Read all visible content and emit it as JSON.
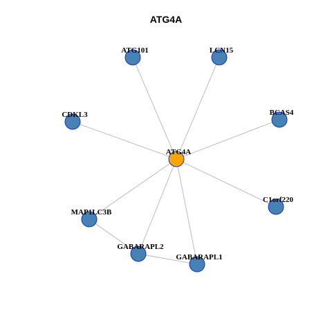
{
  "title": "ATG4A",
  "colors": {
    "hub_fill": "#FFA500",
    "node_fill": "#4682B4",
    "node_stroke": "#1c2fc0",
    "edge": "#b3b3b3"
  },
  "nodes": [
    {
      "id": "ATG4A",
      "label": "ATG4A",
      "role": "hub"
    },
    {
      "id": "ATG101",
      "label": "ATG101",
      "role": "neighbor"
    },
    {
      "id": "LCN15",
      "label": "LCN15",
      "role": "neighbor"
    },
    {
      "id": "CDKL3",
      "label": "CDKL3",
      "role": "neighbor"
    },
    {
      "id": "BCAS4",
      "label": "BCAS4",
      "role": "neighbor"
    },
    {
      "id": "C1orf220",
      "label": "C1orf220",
      "role": "neighbor"
    },
    {
      "id": "MAP1LC3B",
      "label": "MAP1LC3B",
      "role": "neighbor"
    },
    {
      "id": "GABARAPL2",
      "label": "GABARAPL2",
      "role": "neighbor"
    },
    {
      "id": "GABARAPL1",
      "label": "GABARAPL1",
      "role": "neighbor"
    }
  ],
  "edges": [
    [
      "ATG4A",
      "ATG101"
    ],
    [
      "ATG4A",
      "LCN15"
    ],
    [
      "ATG4A",
      "CDKL3"
    ],
    [
      "ATG4A",
      "BCAS4"
    ],
    [
      "ATG4A",
      "C1orf220"
    ],
    [
      "ATG4A",
      "MAP1LC3B"
    ],
    [
      "ATG4A",
      "GABARAPL2"
    ],
    [
      "ATG4A",
      "GABARAPL1"
    ],
    [
      "MAP1LC3B",
      "GABARAPL2"
    ],
    [
      "GABARAPL2",
      "GABARAPL1"
    ]
  ]
}
